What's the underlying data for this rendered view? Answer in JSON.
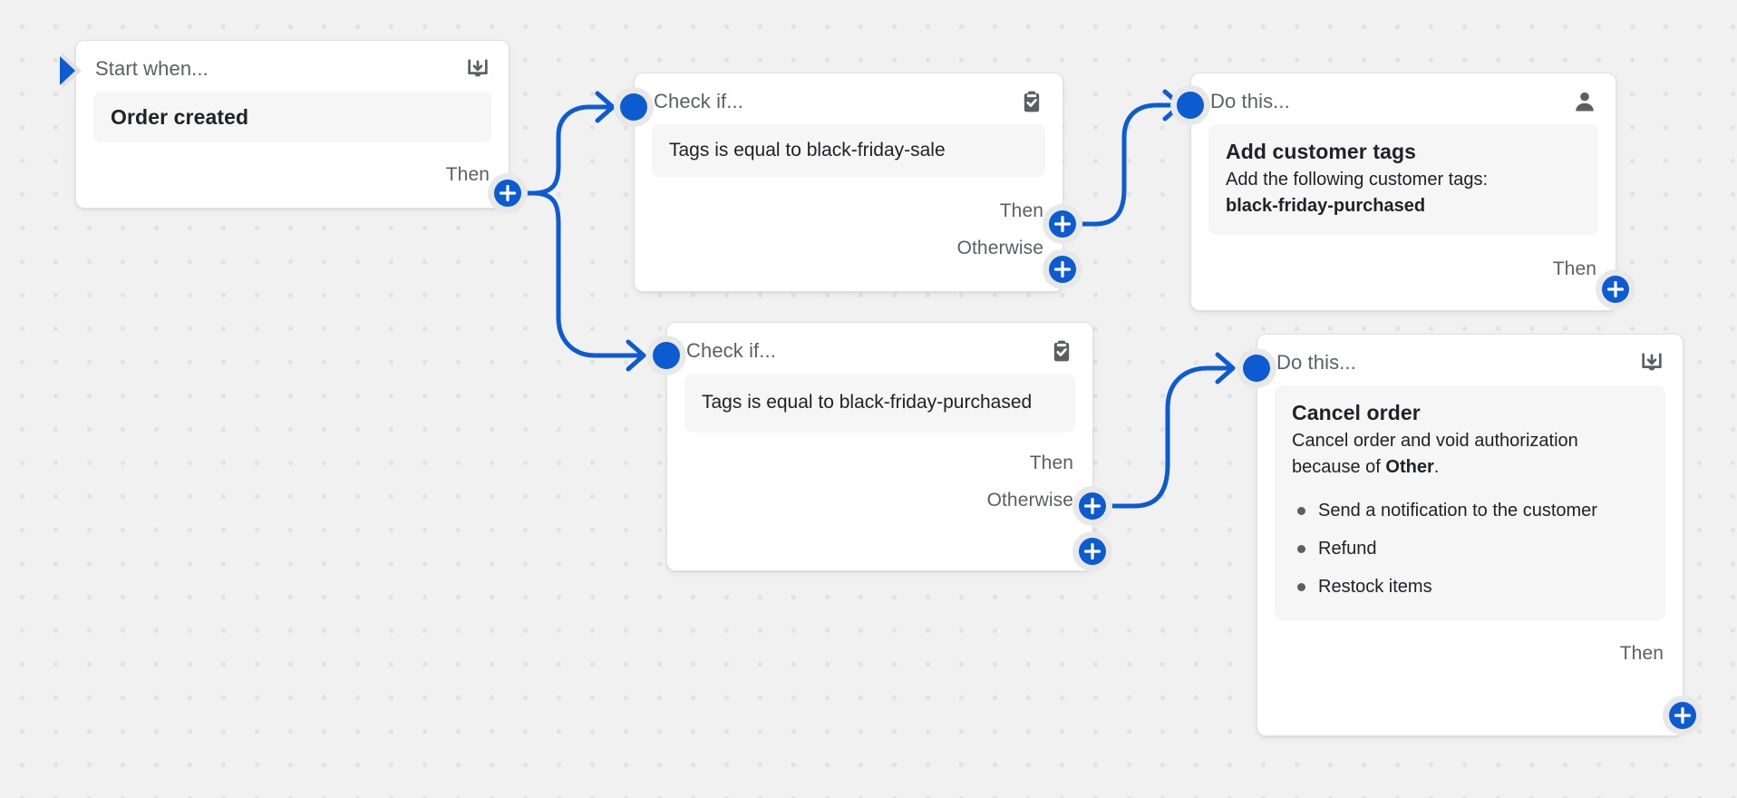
{
  "canvas": {
    "background_color": "#f1f1f1",
    "dot_color": "#e3e3e3",
    "accent_color": "#0d5bd1",
    "card_background": "#ffffff",
    "block_background": "#f6f6f7",
    "muted_text_color": "#5c5f62",
    "text_color": "#202223",
    "icon_color": "#5c5f62"
  },
  "nodes": {
    "trigger": {
      "header": "Start when...",
      "icon": "inbox-download-icon",
      "title": "Order created",
      "then_label": "Then"
    },
    "condition_one": {
      "header": "Check if...",
      "icon": "clipboard-check-icon",
      "condition": "Tags is equal to black-friday-sale",
      "then_label": "Then",
      "otherwise_label": "Otherwise"
    },
    "action_one": {
      "header": "Do this...",
      "icon": "person-icon",
      "title": "Add customer tags",
      "description": "Add the following customer tags:",
      "tag": "black-friday-purchased",
      "then_label": "Then"
    },
    "condition_two": {
      "header": "Check if...",
      "icon": "clipboard-check-icon",
      "condition": "Tags is equal to black-friday-purchased",
      "then_label": "Then",
      "otherwise_label": "Otherwise"
    },
    "action_two": {
      "header": "Do this...",
      "icon": "inbox-download-icon",
      "title": "Cancel order",
      "description_before": "Cancel order and void authorization because of ",
      "description_strong": "Other",
      "description_after": ".",
      "options": [
        "Send a notification to the customer",
        "Refund",
        "Restock items"
      ],
      "then_label": "Then"
    }
  }
}
